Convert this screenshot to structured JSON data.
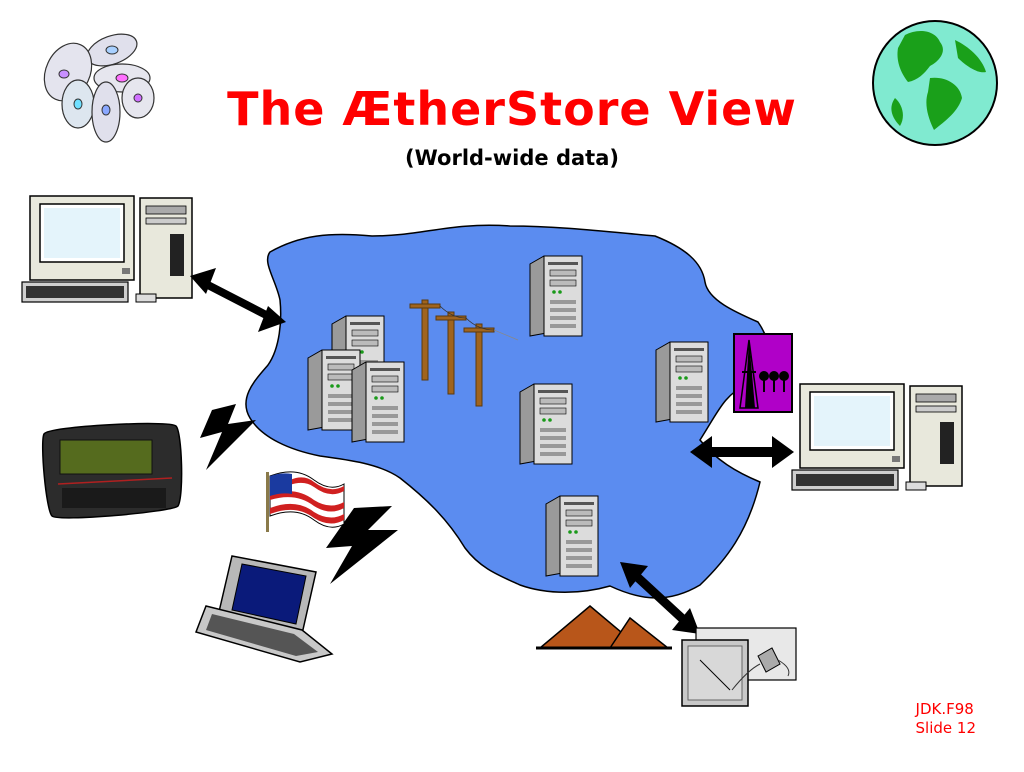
{
  "slide": {
    "title": "The ÆtherStore View",
    "subtitle": "(World-wide data)",
    "footer_line1": "JDK.F98",
    "footer_line2": "Slide 12"
  },
  "colors": {
    "title": "#ff0000",
    "cloud": "#5b8cf0",
    "ocean": "#7fe8d0",
    "land": "#1aa01a",
    "poster": "#b000c8",
    "pyramid": "#b8561a",
    "pole": "#a0641e"
  },
  "icons": [
    "cd-stack-icon",
    "globe-icon",
    "desktop-computer-icon",
    "pda-icon",
    "flag-icon",
    "laptop-icon",
    "lightning-icon",
    "server-icon",
    "utility-pole-icon",
    "eiffel-tower-poster-icon",
    "pyramids-icon",
    "drawing-tablet-icon",
    "double-arrow-icon"
  ]
}
